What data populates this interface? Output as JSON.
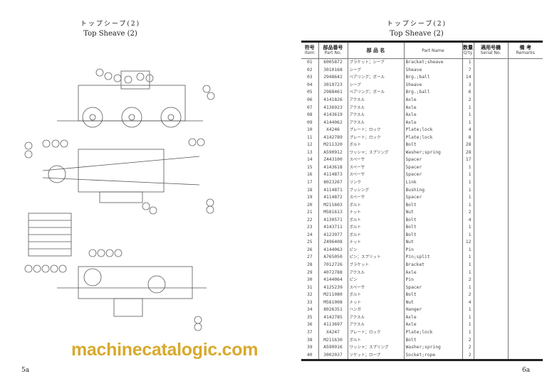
{
  "left_page": {
    "title_jp": "トップシーブ(2)",
    "title_en": "Top Sheave (2)",
    "page_number": "5a"
  },
  "right_page": {
    "title_jp": "トップシーブ(2)",
    "title_en": "Top Sheave (2)",
    "page_number": "6a"
  },
  "watermark": "machinecatalogic.com",
  "table": {
    "headers": [
      {
        "jp": "符号",
        "en": "Item"
      },
      {
        "jp": "部品番号",
        "en": "Part No."
      },
      {
        "jp": "部 品 名",
        "en": ""
      },
      {
        "jp": "",
        "en": "Part Name"
      },
      {
        "jp": "数量",
        "en": "Q'ty"
      },
      {
        "jp": "適用号機",
        "en": "Serial No."
      },
      {
        "jp": "備 考",
        "en": "Remarks"
      }
    ],
    "rows": [
      [
        "01",
        "6005872",
        "ブラケット；シーブ",
        "Bracket;sheave",
        "1"
      ],
      [
        "02",
        "3010168",
        "シーブ",
        "Sheave",
        "7"
      ],
      [
        "03",
        "2948642",
        "ベアリング；ボール",
        "Brg.;ball",
        "14"
      ],
      [
        "04",
        "3019723",
        "シーブ",
        "Sheave",
        "3"
      ],
      [
        "05",
        "2988461",
        "ベアリング；ボール",
        "Brg.;ball",
        "6"
      ],
      [
        "06",
        "4141826",
        "アクスル",
        "Axle",
        "2"
      ],
      [
        "07",
        "4136923",
        "アクスル",
        "Axle",
        "1"
      ],
      [
        "08",
        "4143619",
        "アクスル",
        "Axle",
        "1"
      ],
      [
        "09",
        "4144062",
        "アクスル",
        "Axle",
        "1"
      ],
      [
        "10",
        "X4246",
        "プレート；ロック",
        "Plate;lock",
        "4"
      ],
      [
        "11",
        "4142789",
        "プレート；ロック",
        "Plate;lock",
        "8"
      ],
      [
        "12",
        "M211320",
        "ボルト",
        "Bolt",
        "28"
      ],
      [
        "13",
        "A590912",
        "ワッシャ；スプリング",
        "Washer;spring",
        "28"
      ],
      [
        "14",
        "Z443100",
        "スペーサ",
        "Spacer",
        "17"
      ],
      [
        "15",
        "4143618",
        "スペーサ",
        "Spacer",
        "1"
      ],
      [
        "16",
        "4114873",
        "スペーサ",
        "Spacer",
        "1"
      ],
      [
        "17",
        "8023267",
        "リンク",
        "Link",
        "1"
      ],
      [
        "18",
        "4114871",
        "ブッシング",
        "Bushing",
        "1"
      ],
      [
        "19",
        "4114872",
        "スペーサ",
        "Spacer",
        "1"
      ],
      [
        "20",
        "M211603",
        "ボルト",
        "Bolt",
        "1"
      ],
      [
        "21",
        "M581613",
        "ナット",
        "Nut",
        "2"
      ],
      [
        "22",
        "4130571",
        "ボルト",
        "Bolt",
        "4"
      ],
      [
        "23",
        "4143711",
        "ボルト",
        "Bolt",
        "1"
      ],
      [
        "24",
        "4123977",
        "ボルト",
        "Bolt",
        "1"
      ],
      [
        "25",
        "Z496408",
        "ナット",
        "Nut",
        "12"
      ],
      [
        "26",
        "4144063",
        "ピン",
        "Pin",
        "1"
      ],
      [
        "27",
        "A765050",
        "ピン；スプリット",
        "Pin;split",
        "1"
      ],
      [
        "28",
        "7012726",
        "ブラケット",
        "Bracket",
        "1"
      ],
      [
        "29",
        "4072788",
        "アクスル",
        "Axle",
        "1"
      ],
      [
        "30",
        "4144064",
        "ピン",
        "Pin",
        "2"
      ],
      [
        "31",
        "4125239",
        "スペーサ",
        "Spacer",
        "1"
      ],
      [
        "32",
        "M211080",
        "ボルト",
        "Bolt",
        "2"
      ],
      [
        "33",
        "M581008",
        "ナット",
        "Nut",
        "4"
      ],
      [
        "34",
        "8026351",
        "ハンガ",
        "Hanger",
        "1"
      ],
      [
        "35",
        "4142785",
        "アクスル",
        "Axle",
        "1"
      ],
      [
        "36",
        "4113697",
        "アクスル",
        "Axle",
        "1"
      ],
      [
        "37",
        "X4247",
        "プレート；ロック",
        "Plate;lock",
        "1"
      ],
      [
        "38",
        "M211630",
        "ボルト",
        "Bolt",
        "2"
      ],
      [
        "39",
        "A590916",
        "ワッシャ；スプリング",
        "Washer;spring",
        "2"
      ],
      [
        "40",
        "3002037",
        "ソケット；ロープ",
        "Socket;rope",
        "2"
      ]
    ]
  }
}
